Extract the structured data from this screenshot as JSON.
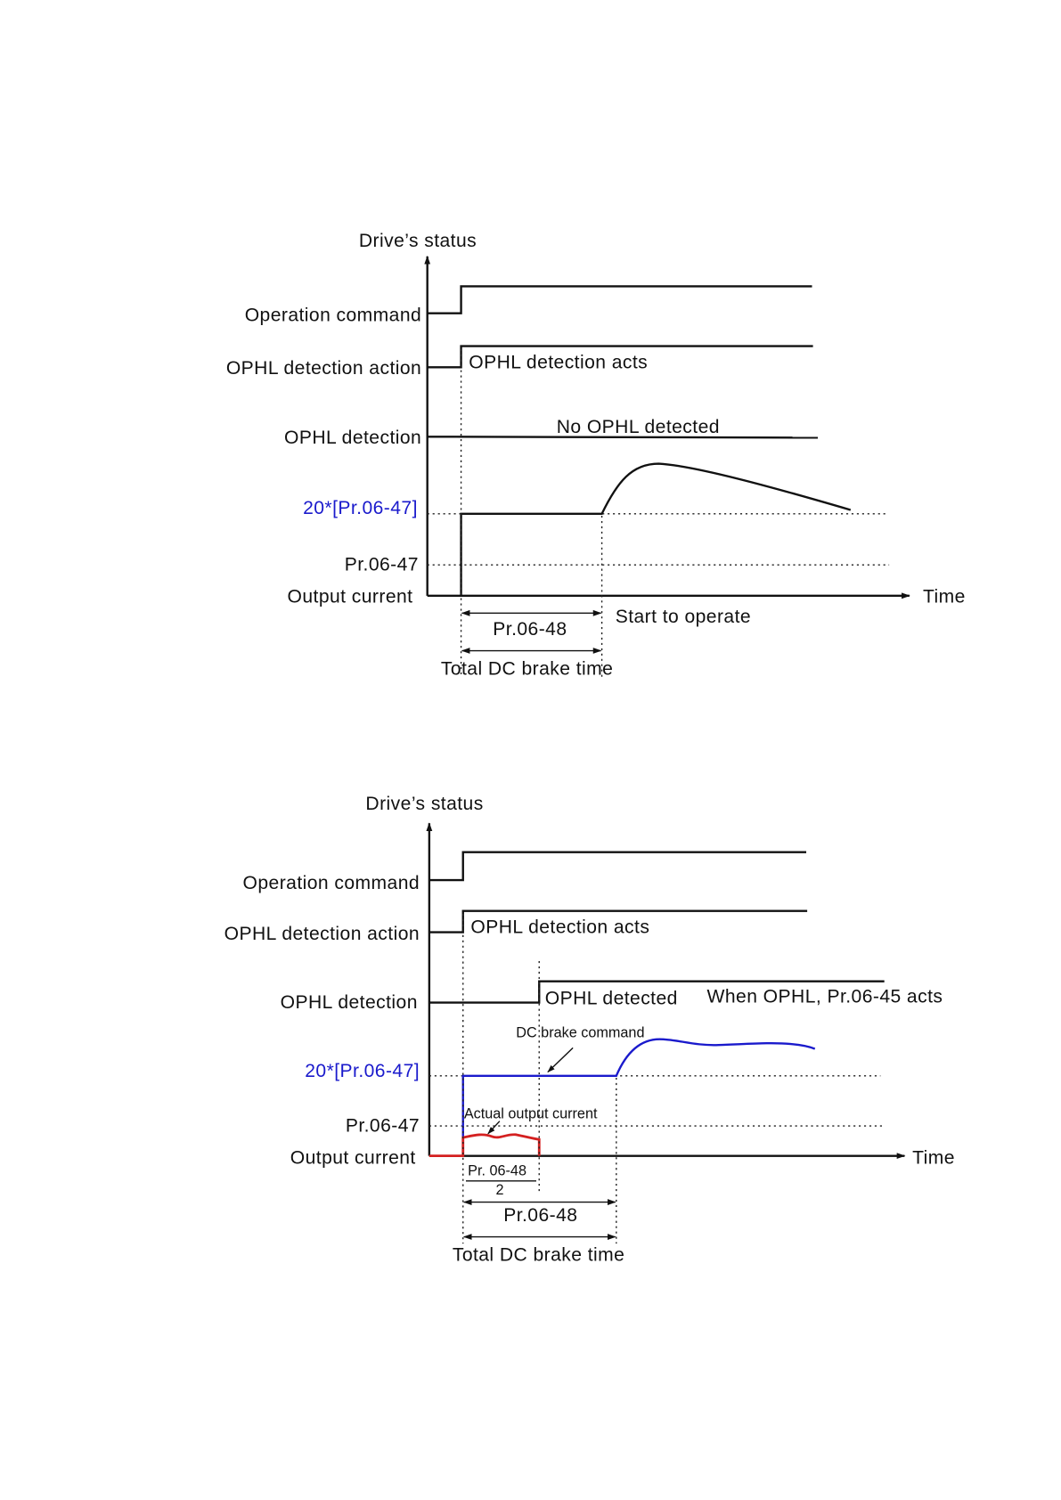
{
  "colors": {
    "ink": "#111111",
    "dc_brake_blue": "#1a1acc",
    "output_current_red": "#d42020"
  },
  "top_diagram": {
    "y_axis_title": "Drive’s status",
    "labels": {
      "operation_command": "Operation command",
      "ophl_detection_action": "OPHL detection action",
      "ophl_detection": "OPHL detection",
      "level_20x": "20*[Pr.06-47]",
      "level_pr": "Pr.06-47",
      "output_current": "Output current",
      "time": "Time"
    },
    "annotations": {
      "detection_acts": "OPHL detection acts",
      "no_ophl": "No OPHL detected",
      "start_to_operate": "Start to operate",
      "pr_06_48": "Pr.06-48",
      "total_dc_brake_time": "Total DC brake time"
    }
  },
  "bottom_diagram": {
    "y_axis_title": "Drive’s status",
    "labels": {
      "operation_command": "Operation command",
      "ophl_detection_action": "OPHL detection action",
      "ophl_detection": "OPHL detection",
      "level_20x": "20*[Pr.06-47]",
      "level_pr": "Pr.06-47",
      "output_current": "Output current",
      "time": "Time"
    },
    "annotations": {
      "detection_acts": "OPHL detection acts",
      "ophl_detected": "OPHL detected",
      "when_ophl": "When OPHL, Pr.06-45 acts",
      "dc_brake_command": "DC brake command",
      "actual_output_current": "Actual output current",
      "half_numerator": "Pr. 06-48",
      "half_denominator": "2",
      "pr_06_48": "Pr.06-48",
      "total_dc_brake_time": "Total DC brake time"
    }
  }
}
